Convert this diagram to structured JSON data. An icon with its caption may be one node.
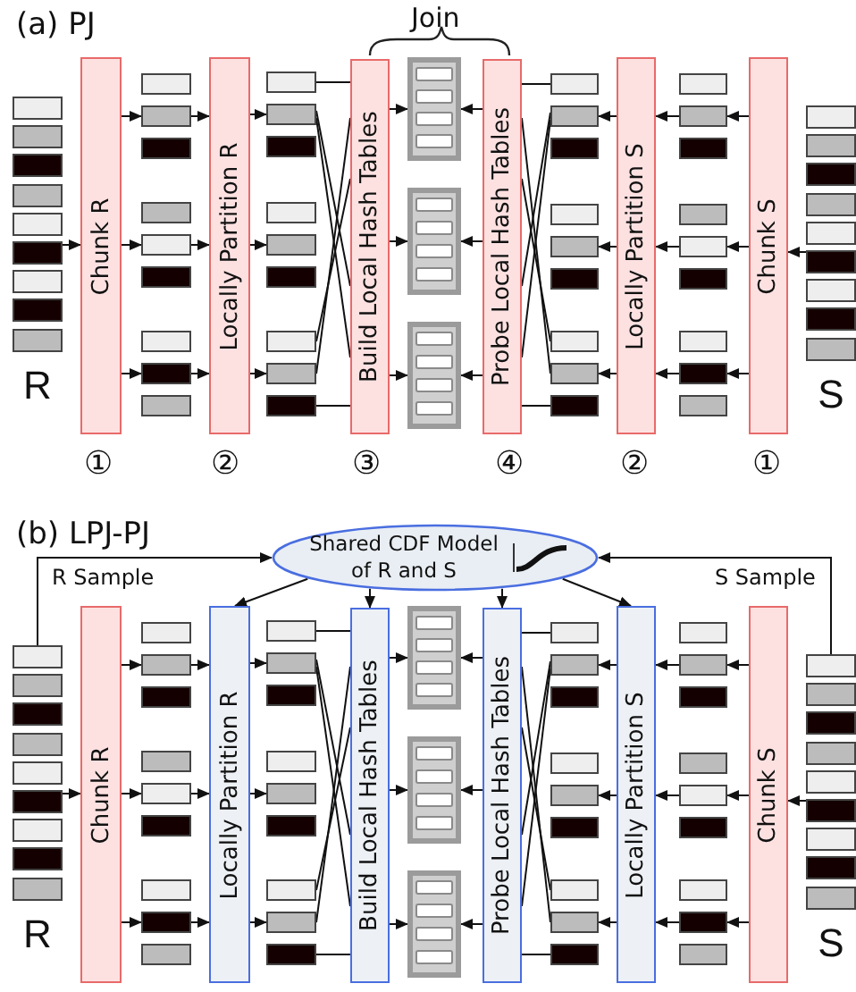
{
  "diagram": {
    "nodes": [
      {
        "text": [
          "R"
        ]
      },
      {
        "text": [
          "Chunk R"
        ]
      },
      {
        "text": [],
        "shape": "box"
      },
      {
        "text": [],
        "shape": "box"
      },
      {
        "text": [],
        "shape": "box"
      },
      {
        "text": [
          "Locally Partition R"
        ]
      },
      {
        "text": [],
        "shape": "box"
      },
      {
        "text": [],
        "shape": "box"
      },
      {
        "text": [],
        "shape": "box"
      },
      {
        "text": [
          "Build Local Hash Tables"
        ]
      },
      {
        "text": [],
        "shape": "box"
      },
      {
        "text": [],
        "shape": "box"
      },
      {
        "text": [],
        "shape": "box"
      },
      {
        "text": [
          "Probe Local Hash Tables"
        ]
      },
      {
        "text": [],
        "shape": "box"
      },
      {
        "text": [],
        "shape": "box"
      },
      {
        "text": [],
        "shape": "box"
      },
      {
        "text": [
          "Locally Partition S"
        ]
      },
      {
        "text": [],
        "shape": "box"
      },
      {
        "text": [],
        "shape": "box"
      },
      {
        "text": [],
        "shape": "box"
      },
      {
        "text": [
          "Chunk S"
        ]
      },
      {
        "text": [
          "S"
        ]
      },
      {
        "text": [
          "Shared CDF Model of R and S"
        ]
      },
      {
        "text": [
          "R"
        ]
      },
      {
        "text": [
          "Chunk R"
        ]
      },
      {
        "text": [],
        "shape": "box"
      },
      {
        "text": [],
        "shape": "box"
      },
      {
        "text": [],
        "shape": "box"
      },
      {
        "text": [
          "Locally Partition R"
        ]
      },
      {
        "text": [],
        "shape": "box"
      },
      {
        "text": [],
        "shape": "box"
      },
      {
        "text": [],
        "shape": "box"
      },
      {
        "text": [
          "Build Local Hash Tables"
        ]
      },
      {
        "text": [],
        "shape": "box"
      },
      {
        "text": [],
        "shape": "box"
      },
      {
        "text": [],
        "shape": "box"
      },
      {
        "text": [
          "Probe Local Hash Tables"
        ]
      },
      {
        "text": [],
        "shape": "box"
      },
      {
        "text": [],
        "shape": "box"
      },
      {
        "text": [],
        "shape": "box"
      },
      {
        "text": [
          "Locally Partition S"
        ]
      },
      {
        "text": [],
        "shape": "box"
      },
      {
        "text": [],
        "shape": "box"
      },
      {
        "text": [],
        "shape": "box"
      },
      {
        "text": [
          "Chunk S"
        ]
      },
      {
        "text": [
          "S"
        ]
      }
    ],
    "edges": [
      {
        "from": 0,
        "to": 1,
        "arrow": "to"
      },
      {
        "from": 1,
        "to": 2,
        "arrow": "to"
      },
      {
        "from": 1,
        "to": 3,
        "arrow": "to"
      },
      {
        "from": 1,
        "to": 4,
        "arrow": "to"
      },
      {
        "from": 2,
        "to": 5,
        "arrow": "to"
      },
      {
        "from": 3,
        "to": 5,
        "arrow": "to"
      },
      {
        "from": 4,
        "to": 5,
        "arrow": "to"
      },
      {
        "from": 5,
        "to": 6,
        "arrow": "to"
      },
      {
        "from": 5,
        "to": 7,
        "arrow": "to"
      },
      {
        "from": 5,
        "to": 8,
        "arrow": "to"
      },
      {
        "from": 6,
        "to": 9,
        "arrow": "none"
      },
      {
        "from": 6,
        "to": 9,
        "arrow": "none"
      },
      {
        "from": 6,
        "to": 9,
        "arrow": "none"
      },
      {
        "from": 8,
        "to": 9,
        "arrow": "none"
      },
      {
        "from": 8,
        "to": 9,
        "arrow": "none"
      },
      {
        "from": 8,
        "to": 9,
        "arrow": "none"
      },
      {
        "from": 9,
        "to": 10,
        "arrow": "to"
      },
      {
        "from": 9,
        "to": 11,
        "arrow": "to"
      },
      {
        "from": 9,
        "to": 12,
        "arrow": "to"
      },
      {
        "from": 13,
        "to": 10,
        "arrow": "to"
      },
      {
        "from": 13,
        "to": 11,
        "arrow": "to"
      },
      {
        "from": 13,
        "to": 12,
        "arrow": "to"
      },
      {
        "from": 14,
        "to": 13,
        "arrow": "none"
      },
      {
        "from": 14,
        "to": 13,
        "arrow": "none"
      },
      {
        "from": 14,
        "to": 13,
        "arrow": "none"
      },
      {
        "from": 16,
        "to": 13,
        "arrow": "none"
      },
      {
        "from": 16,
        "to": 13,
        "arrow": "none"
      },
      {
        "from": 16,
        "to": 13,
        "arrow": "none"
      },
      {
        "from": 17,
        "to": 14,
        "arrow": "to"
      },
      {
        "from": 17,
        "to": 15,
        "arrow": "to"
      },
      {
        "from": 17,
        "to": 16,
        "arrow": "to"
      },
      {
        "from": 18,
        "to": 17,
        "arrow": "to"
      },
      {
        "from": 19,
        "to": 17,
        "arrow": "to"
      },
      {
        "from": 20,
        "to": 17,
        "arrow": "to"
      },
      {
        "from": 21,
        "to": 18,
        "arrow": "to"
      },
      {
        "from": 21,
        "to": 19,
        "arrow": "to"
      },
      {
        "from": 21,
        "to": 20,
        "arrow": "to"
      },
      {
        "from": 22,
        "to": 21,
        "arrow": "to"
      },
      {
        "from": 24,
        "to": 25,
        "arrow": "to"
      },
      {
        "from": 25,
        "to": 26,
        "arrow": "to"
      },
      {
        "from": 25,
        "to": 27,
        "arrow": "to"
      },
      {
        "from": 25,
        "to": 28,
        "arrow": "to"
      },
      {
        "from": 26,
        "to": 29,
        "arrow": "to"
      },
      {
        "from": 27,
        "to": 29,
        "arrow": "to"
      },
      {
        "from": 28,
        "to": 29,
        "arrow": "to"
      },
      {
        "from": 29,
        "to": 30,
        "arrow": "to"
      },
      {
        "from": 29,
        "to": 31,
        "arrow": "to"
      },
      {
        "from": 29,
        "to": 32,
        "arrow": "to"
      },
      {
        "from": 30,
        "to": 33,
        "arrow": "none"
      },
      {
        "from": 30,
        "to": 33,
        "arrow": "none"
      },
      {
        "from": 30,
        "to": 33,
        "arrow": "none"
      },
      {
        "from": 32,
        "to": 33,
        "arrow": "none"
      },
      {
        "from": 32,
        "to": 33,
        "arrow": "none"
      },
      {
        "from": 32,
        "to": 33,
        "arrow": "none"
      },
      {
        "from": 33,
        "to": 34,
        "arrow": "to"
      },
      {
        "from": 33,
        "to": 35,
        "arrow": "to"
      },
      {
        "from": 33,
        "to": 36,
        "arrow": "to"
      },
      {
        "from": 37,
        "to": 34,
        "arrow": "to"
      },
      {
        "from": 37,
        "to": 35,
        "arrow": "to"
      },
      {
        "from": 37,
        "to": 36,
        "arrow": "to"
      },
      {
        "from": 38,
        "to": 37,
        "arrow": "none"
      },
      {
        "from": 38,
        "to": 37,
        "arrow": "none"
      },
      {
        "from": 38,
        "to": 37,
        "arrow": "none"
      },
      {
        "from": 40,
        "to": 37,
        "arrow": "none"
      },
      {
        "from": 40,
        "to": 37,
        "arrow": "none"
      },
      {
        "from": 40,
        "to": 37,
        "arrow": "none"
      },
      {
        "from": 41,
        "to": 38,
        "arrow": "to"
      },
      {
        "from": 41,
        "to": 39,
        "arrow": "to"
      },
      {
        "from": 41,
        "to": 40,
        "arrow": "to"
      },
      {
        "from": 42,
        "to": 41,
        "arrow": "to"
      },
      {
        "from": 43,
        "to": 41,
        "arrow": "to"
      },
      {
        "from": 44,
        "to": 41,
        "arrow": "to"
      },
      {
        "from": 45,
        "to": 42,
        "arrow": "to"
      },
      {
        "from": 45,
        "to": 43,
        "arrow": "to"
      },
      {
        "from": 45,
        "to": 44,
        "arrow": "to"
      },
      {
        "from": 46,
        "to": 45,
        "arrow": "to"
      },
      {
        "from": 24,
        "to": 23,
        "arrow": "to",
        "label": "R Sample"
      },
      {
        "from": 46,
        "to": 23,
        "arrow": "to",
        "label": "S Sample"
      },
      {
        "from": 23,
        "to": 29,
        "arrow": "to"
      },
      {
        "from": 23,
        "to": 33,
        "arrow": "to"
      },
      {
        "from": 23,
        "to": 37,
        "arrow": "to"
      },
      {
        "from": 23,
        "to": 41,
        "arrow": "to"
      }
    ],
    "labels": [
      "(a) PJ",
      "Join",
      "①",
      "②",
      "③",
      "④",
      "②",
      "①",
      "(b) LPJ-PJ"
    ]
  }
}
